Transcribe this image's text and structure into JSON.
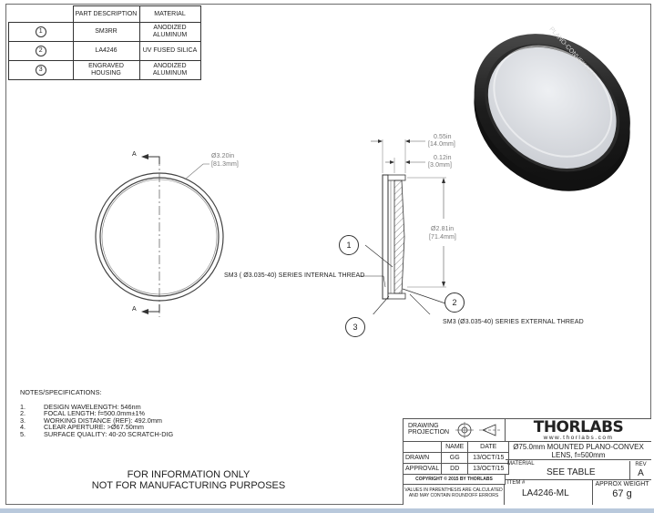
{
  "parts_table": {
    "headers": [
      "",
      "PART DESCRIPTION",
      "MATERIAL"
    ],
    "rows": [
      {
        "num": "1",
        "description": "SM3RR",
        "material": [
          "ANODIZED",
          "ALUMINUM"
        ]
      },
      {
        "num": "2",
        "description": "LA4246",
        "material": [
          "UV FUSED SILICA"
        ]
      },
      {
        "num": "3",
        "description": [
          "ENGRAVED",
          "HOUSING"
        ],
        "material": [
          "ANODIZED",
          "ALUMINUM"
        ]
      }
    ]
  },
  "front_view": {
    "section_label": "A",
    "diameter": {
      "in": "Ø3.20in",
      "mm": "[81.3mm]"
    }
  },
  "side_view": {
    "dim_thickness": {
      "in": "0.55in",
      "mm": "[14.0mm]"
    },
    "dim_lens": {
      "in": "0.12in",
      "mm": "[3.0mm]"
    },
    "dim_height": {
      "in": "Ø2.81in",
      "mm": "[71.4mm]"
    },
    "callouts": [
      "1",
      "2",
      "3"
    ],
    "internal_thread": "SM3 ( Ø3.035-40) SERIES INTERNAL THREAD",
    "external_thread": "SM3 (Ø3.035-40) SERIES EXTERNAL THREAD"
  },
  "render_engraving": "PLANO-CONVEX LENS",
  "notes": {
    "title": "NOTES/SPECIFICATIONS:",
    "items": [
      {
        "num": "1.",
        "text": "DESIGN WAVELENGTH: 546nm"
      },
      {
        "num": "2.",
        "text": "FOCAL LENGTH: f=500.0mm±1%"
      },
      {
        "num": "3.",
        "text": "WORKING DISTANCE (REF): 492.0mm"
      },
      {
        "num": "4.",
        "text": "CLEAR APERTURE: >Ø67.50mm"
      },
      {
        "num": "5.",
        "text": "SURFACE QUALITY: 40-20 SCRATCH-DIG"
      }
    ]
  },
  "disclaimer": [
    "FOR INFORMATION ONLY",
    "NOT FOR MANUFACTURING PURPOSES"
  ],
  "title_block": {
    "drawing_projection": [
      "DRAWING",
      "PROJECTION"
    ],
    "brand": "THORLABS",
    "website": "www.thorlabs.com",
    "col_name": "NAME",
    "col_date": "DATE",
    "drawn_label": "DRAWN",
    "drawn_name": "GG",
    "drawn_date": "13/OCT/15",
    "approval_label": "APPROVAL",
    "approval_name": "DD",
    "approval_date": "13/OCT/15",
    "description": [
      "Ø75.0mm MOUNTED PLANO-CONVEX",
      "LENS, f=500mm"
    ],
    "copyright": "COPYRIGHT © 2015 BY THORLABS",
    "values_note": [
      "VALUES IN PARENTHESIS ARE CALCULATED",
      "AND MAY CONTAIN ROUNDOFF ERRORS"
    ],
    "material_label": "MATERIAL",
    "material_value": "SEE TABLE",
    "rev_label": "REV",
    "rev_value": "A",
    "item_label": "ITEM #",
    "item_value": "LA4246-ML",
    "weight_label": "APPROX WEIGHT",
    "weight_value": "67 g"
  }
}
